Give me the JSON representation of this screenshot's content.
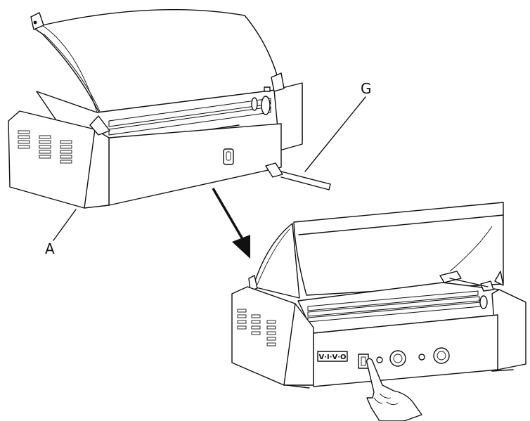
{
  "labels": {
    "a": "A",
    "g": "G"
  },
  "panel": {
    "brand": "V·I·V·O"
  },
  "colors": {
    "ink": "#111111",
    "background": "#ffffff"
  },
  "icons": {
    "arrow": "step-arrow",
    "hand": "pointing-hand",
    "switch": "power-switch",
    "knob": "temperature-knob"
  }
}
